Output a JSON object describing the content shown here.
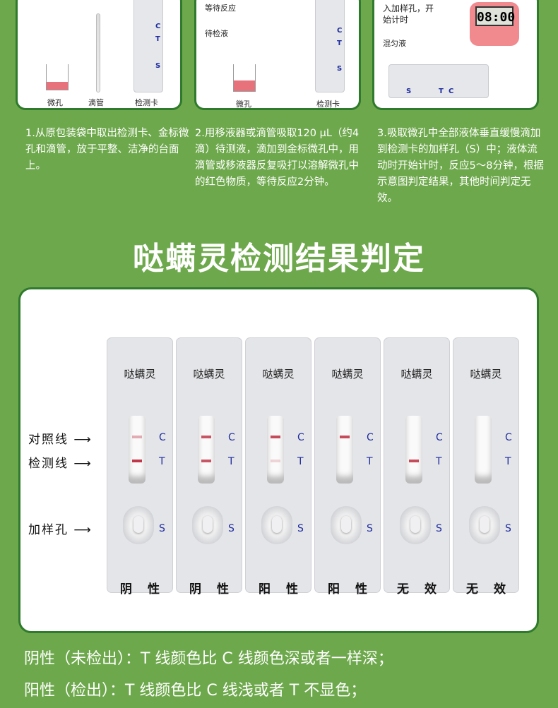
{
  "panels": [
    {
      "labels": [
        "微孔",
        "滴管",
        "检测卡"
      ],
      "card_letters": [
        "C",
        "T",
        "S"
      ]
    },
    {
      "top_text": "等待反应",
      "liquid_label": "待检液",
      "labels": [
        "微孔",
        "检测卡"
      ],
      "card_letters": [
        "C",
        "T",
        "S"
      ]
    },
    {
      "top_text_1": "入加样孔，开",
      "top_text_2": "始计时",
      "liquid_label": "混匀液",
      "timer": "08:00",
      "card_letters": [
        "S",
        "T",
        "C"
      ]
    }
  ],
  "steps": [
    "1.从原包装袋中取出检测卡、金标微孔和滴管，放于平整、洁净的台面上。",
    "2.用移液器或滴管吸取120 μL（约4滴）待测液，滴加到金标微孔中，用滴管或移液器反复吸打以溶解微孔中的红色物质，等待反应2分钟。",
    "3.吸取微孔中全部液体垂直缓慢滴加到检测卡的加样孔（S）中；液体流动时开始计时，反应5～8分钟，根据示意图判定结果，其他时间判定无效。"
  ],
  "title": "哒螨灵检测结果判定",
  "labels": {
    "control": "对照线",
    "test": "检测线",
    "sample": "加样孔"
  },
  "cards": [
    {
      "name": "哒螨灵",
      "result": "阴 性",
      "c_intensity": 0.4,
      "t_intensity": 1.0
    },
    {
      "name": "哒螨灵",
      "result": "阴 性",
      "c_intensity": 0.85,
      "t_intensity": 0.85
    },
    {
      "name": "哒螨灵",
      "result": "阳 性",
      "c_intensity": 0.9,
      "t_intensity": 0.2
    },
    {
      "name": "哒螨灵",
      "result": "阳 性",
      "c_intensity": 0.9,
      "t_intensity": 0
    },
    {
      "name": "哒螨灵",
      "result": "无 效",
      "c_intensity": 0,
      "t_intensity": 0.9
    },
    {
      "name": "哒螨灵",
      "result": "无 效",
      "c_intensity": 0,
      "t_intensity": 0
    }
  ],
  "card_letters": {
    "c": "C",
    "t": "T",
    "s": "S"
  },
  "notes": [
    "阴性（未检出）：T 线颜色比 C 线颜色深或者一样深；",
    "阳性（检出）：T 线颜色比 C 线浅或者 T 不显色；"
  ],
  "colors": {
    "background": "#6ea84c",
    "border": "#2f7a2c",
    "line": "#c0384a",
    "letter": "#1d2b9e"
  }
}
